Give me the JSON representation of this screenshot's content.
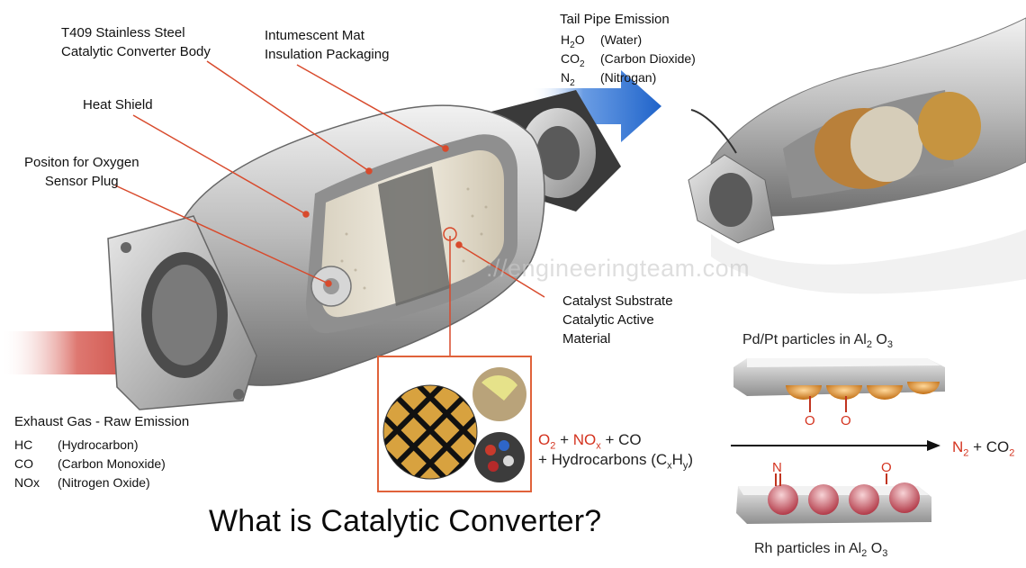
{
  "title": "What is Catalytic Converter?",
  "watermark": "://engineeringteam.com",
  "labels": {
    "body": [
      "T409 Stainless Steel",
      "Catalytic Converter Body"
    ],
    "mat": [
      "Intumescent Mat",
      "Insulation Packaging"
    ],
    "heat_shield": "Heat Shield",
    "sensor": [
      "Positon for Oxygen",
      "Sensor Plug"
    ],
    "substrate": [
      "Catalyst Substrate",
      "Catalytic Active",
      "Material"
    ]
  },
  "tail_pipe": {
    "heading": "Tail Pipe Emission",
    "rows": [
      {
        "formula_main": "H",
        "formula_sub": "2",
        "formula_end": "O",
        "desc": "(Water)"
      },
      {
        "formula_main": "CO",
        "formula_sub": "2",
        "formula_end": "",
        "desc": "(Carbon Dioxide)"
      },
      {
        "formula_main": "N",
        "formula_sub": "2",
        "formula_end": "",
        "desc": "(Nitrogan)"
      }
    ]
  },
  "exhaust": {
    "heading": "Exhaust Gas - Raw Emission",
    "rows": [
      {
        "formula": "HC",
        "desc": "(Hydrocarbon)"
      },
      {
        "formula": "CO",
        "desc": "(Carbon Monoxide)"
      },
      {
        "formula": "NOx",
        "desc": "(Nitrogen Oxide)"
      }
    ]
  },
  "reaction": {
    "o2": "O",
    "o2_sub": "2",
    "plus1": " + ",
    "nox": "NO",
    "nox_sub": "x",
    "co": " + CO",
    "line2": "+ Hydrocarbons (C",
    "cx": "x",
    "h": "H",
    "hy": "y",
    "close": ")",
    "products": "N",
    "prod_sub": "2",
    "prod_rest": " + CO",
    "prod_sub2": "2"
  },
  "pd_pt": {
    "text": "Pd/Pt particles in Al",
    "sub1": "2",
    "text2": " O",
    "sub2": "3"
  },
  "rh": {
    "text": "Rh particles in Al",
    "sub1": "2",
    "text2": " O",
    "sub2": "3"
  },
  "atoms": {
    "o": "O",
    "n": "N"
  },
  "colors": {
    "inlet_arrow": "#c81e12",
    "outlet_arrow": "#1f63c9",
    "leader": "#d84a2c",
    "box": "#e0623a"
  }
}
